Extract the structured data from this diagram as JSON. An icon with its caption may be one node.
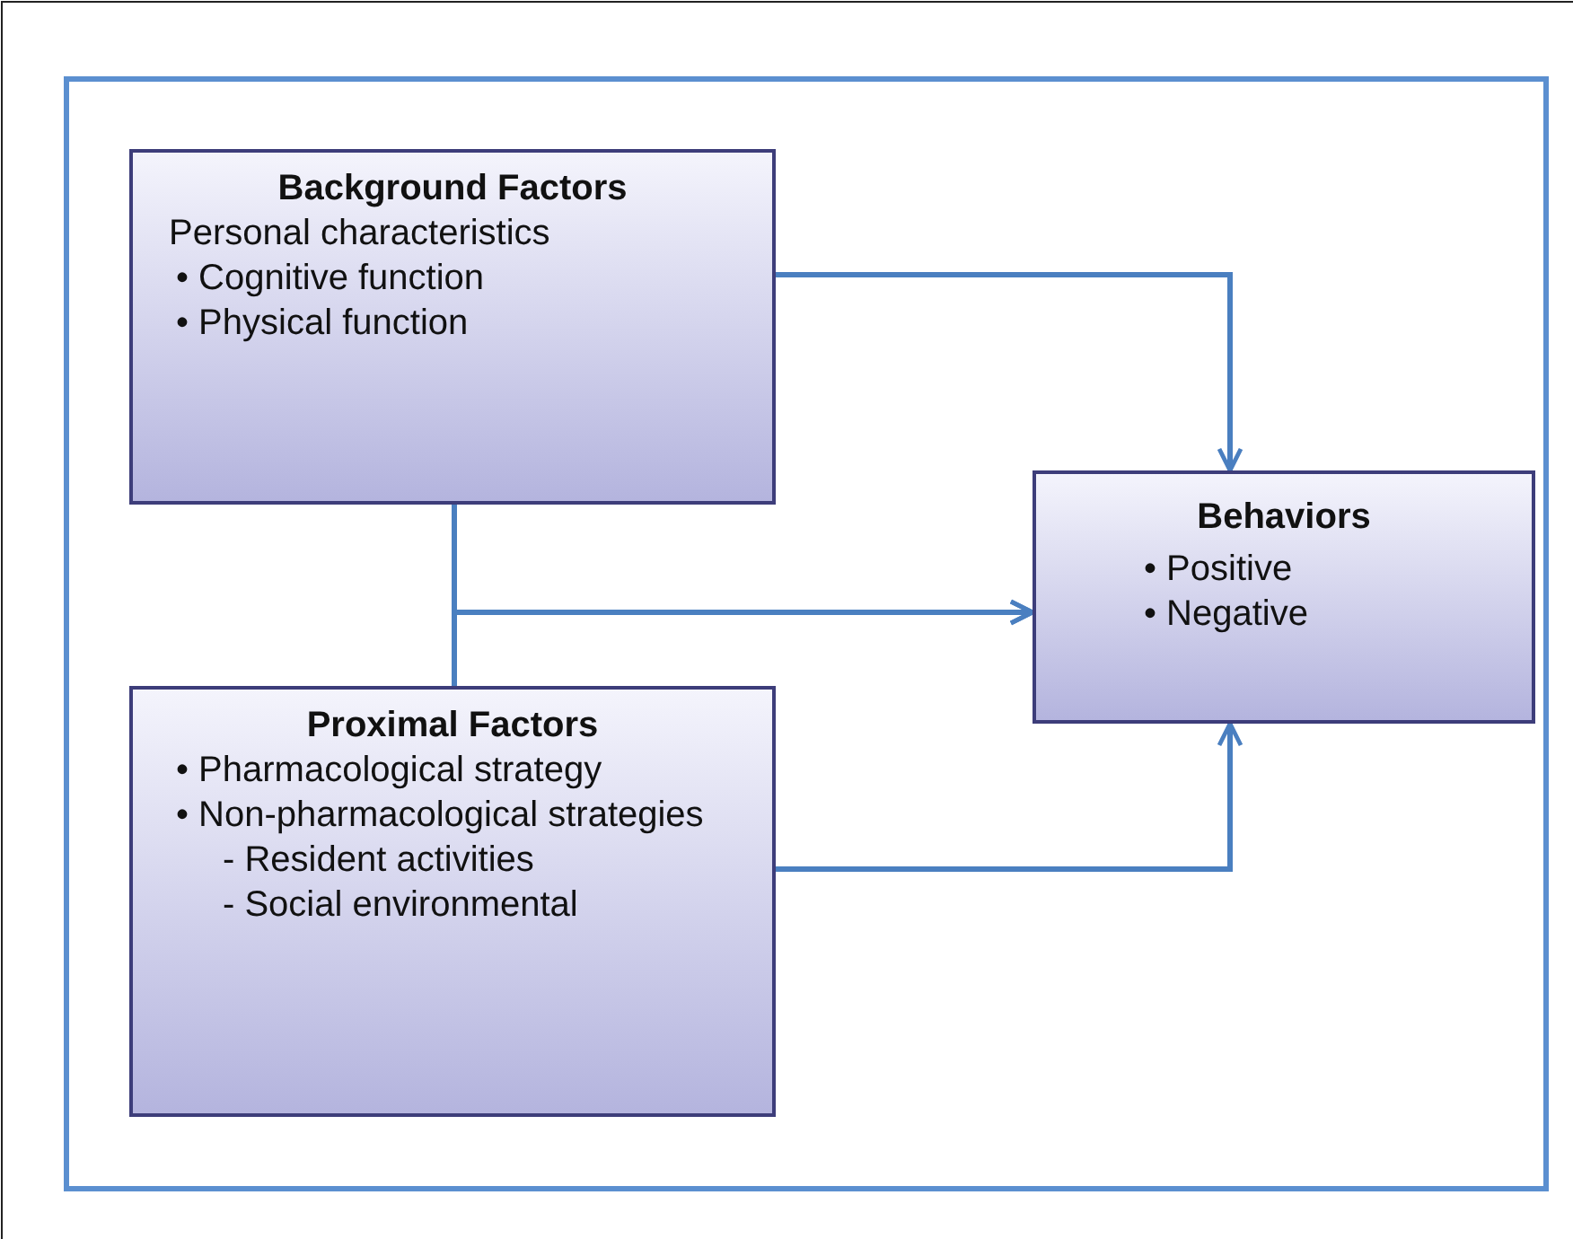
{
  "diagram": {
    "nodes": [
      {
        "text": [
          "Background Factors",
          "Personal characteristics",
          "• Cognitive function",
          "• Physical function"
        ]
      },
      {
        "text": [
          "Proximal Factors",
          "• Pharmacological strategy",
          "• Non-pharmacological strategies",
          "- Resident activities",
          "- Social environmental"
        ]
      },
      {
        "text": [
          "Behaviors",
          "• Positive",
          "• Negative"
        ]
      }
    ],
    "edges": [
      {
        "from": 0,
        "to": 2,
        "arrow": "to"
      },
      {
        "from": 0,
        "to": 2,
        "arrow": "to"
      },
      {
        "from": 1,
        "to": 2,
        "arrow": "to"
      },
      {
        "from": 1,
        "to": 2,
        "arrow": "to"
      }
    ]
  }
}
